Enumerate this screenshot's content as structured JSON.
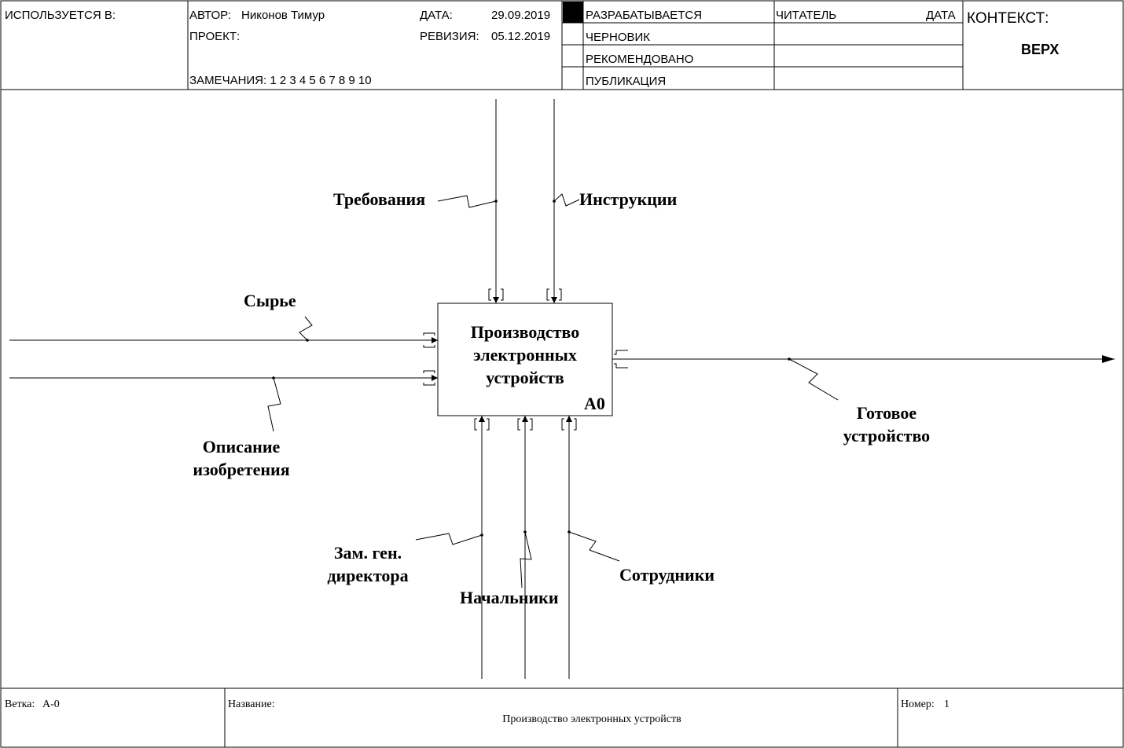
{
  "header": {
    "used_in": "ИСПОЛЬЗУЕТСЯ В:",
    "author_label": "АВТОР:",
    "author_value": "Никонов Тимур",
    "project_label": "ПРОЕКТ:",
    "notes": "ЗАМЕЧАНИЯ: 1 2 3 4 5 6 7 8 9 10",
    "date_label": "ДАТА:",
    "date_value": "29.09.2019",
    "revision_label": "РЕВИЗИЯ:",
    "revision_value": "05.12.2019",
    "status": [
      "РАЗРАБАТЫВАЕТСЯ",
      "ЧЕРНОВИК",
      "РЕКОМЕНДОВАНО",
      "ПУБЛИКАЦИЯ"
    ],
    "reader_label": "ЧИТАТЕЛЬ",
    "reader_date_label": "ДАТА",
    "context_label": "КОНТЕКСТ:",
    "context_value": "ВЕРХ"
  },
  "diagram": {
    "function_name": [
      "Производство",
      "электронных",
      "устройств"
    ],
    "function_id": "A0",
    "controls": [
      "Требования",
      "Инструкции"
    ],
    "inputs": [
      "Сырье",
      "Описание изобретения"
    ],
    "outputs": [
      "Готовое устройство"
    ],
    "mechanisms": [
      "Зам. ген. директора",
      "Начальники",
      "Сотрудники"
    ],
    "input2_lines": [
      "Описание",
      "изобретения"
    ],
    "output_lines": [
      "Готовое",
      "устройство"
    ],
    "mech1_lines": [
      "Зам. ген.",
      "директора"
    ]
  },
  "footer": {
    "node_label": "Ветка:",
    "node_value": "А-0",
    "title_label": "Название:",
    "title_value": "Производство электронных устройств",
    "number_label": "Номер:",
    "number_value": "1"
  }
}
